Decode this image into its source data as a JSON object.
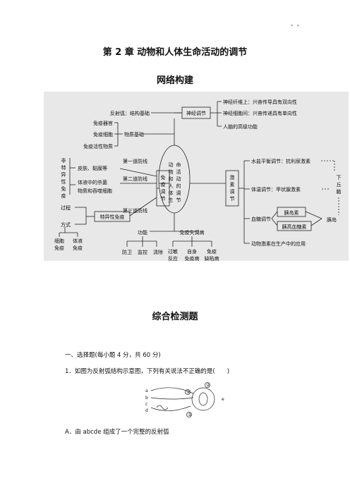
{
  "page": {
    "corner_mark": "* *"
  },
  "chapter_title": "第 2 章  动物和人体生命活动的调节",
  "section_network": "网络构建",
  "section_test": "综合检测题",
  "map": {
    "center": "动物和人体生命活动的调节",
    "center_lines": [
      "动",
      "物",
      "和",
      "人",
      "体",
      "生",
      "命",
      "活",
      "动",
      "的",
      "调",
      "节"
    ],
    "nerve": {
      "box": "神经调节",
      "reflex": "反射弧：结构基础",
      "items": [
        "神经纤维上：兴奋传导具有双向性",
        "神经细胞间：兴奋传递具有单向性",
        "人脑的高级功能"
      ]
    },
    "immune": {
      "box": "免疫调节",
      "material_basis": "物质基础",
      "material_items": [
        "免疫器官",
        "免疫细胞",
        "免疫活性物质"
      ],
      "nonspecific": "非特异性免疫",
      "lines": [
        "第一道防线",
        "第二道防线",
        "第三道防线"
      ],
      "barrier1": "皮肤、黏膜等",
      "barrier2a": "体液中的杀菌",
      "barrier2b": "物质和吞噬细胞",
      "specific": "特异性免疫",
      "process": "过程",
      "mode": "方式",
      "modes": [
        "细胞免疫",
        "体液免疫"
      ],
      "function": "功能",
      "functions": [
        "防卫",
        "监控",
        "清除"
      ],
      "disorder": "免疫失调病",
      "disorders": [
        "过敏反应",
        "自身免疫病",
        "免疫缺陷病"
      ]
    },
    "hormone": {
      "box": "激素调节",
      "water": "水盐平衡调节：抗利尿激素",
      "temp": "体温调节：甲状腺激素",
      "glucose": "血糖调节",
      "insulin": "胰岛素",
      "glucagon": "胰高血糖素",
      "pancreas": "胰岛",
      "hypothalamus": "下丘脑",
      "application": "动物激素在生产中的应用"
    }
  },
  "questions": {
    "heading": "一、选择题(每小题 4 分，共 60 分)",
    "q1": "1．如图为反射弧结构示意图，下列有关说法不正确的是(　　)",
    "optionA": "A．由 abcde 组成了一个完整的反射弧",
    "figure_labels": [
      "a",
      "b",
      "c",
      "d",
      "e",
      "①",
      "②",
      "③"
    ]
  }
}
